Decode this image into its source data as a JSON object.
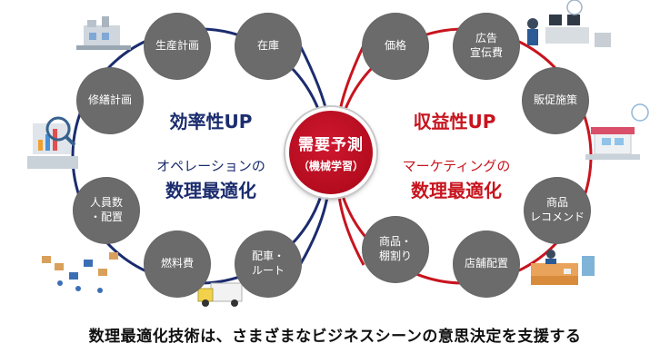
{
  "center": {
    "title": "需要予測",
    "subtitle": "（機械学習）"
  },
  "efficiency": {
    "heading": "効率性UP",
    "sub": "オペレーションの",
    "main": "数理最適化",
    "color": "#1b2c6e",
    "nodes": [
      {
        "lines": [
          "生産計画"
        ]
      },
      {
        "lines": [
          "在庫"
        ]
      },
      {
        "lines": [
          "修繕計画"
        ]
      },
      {
        "lines": [
          "人員数",
          "・配置"
        ]
      },
      {
        "lines": [
          "燃料費"
        ]
      },
      {
        "lines": [
          "配車・",
          "ルート"
        ]
      }
    ]
  },
  "profitability": {
    "heading": "収益性UP",
    "sub": "マーケティングの",
    "main": "数理最適化",
    "color": "#c8141e",
    "nodes": [
      {
        "lines": [
          "価格"
        ]
      },
      {
        "lines": [
          "広告",
          "宣伝費"
        ]
      },
      {
        "lines": [
          "販促施策"
        ]
      },
      {
        "lines": [
          "商品",
          "レコメンド"
        ]
      },
      {
        "lines": [
          "商品・",
          "棚割り"
        ]
      },
      {
        "lines": [
          "店舗配置"
        ]
      }
    ]
  },
  "caption": "数理最適化技術は、さまざまなビジネスシーンの意思決定を支援する",
  "illustrations": [
    "factory-icon",
    "analytics-icon",
    "warehouse-icon",
    "truck-icon",
    "office-icon",
    "store-icon",
    "cashier-icon"
  ]
}
